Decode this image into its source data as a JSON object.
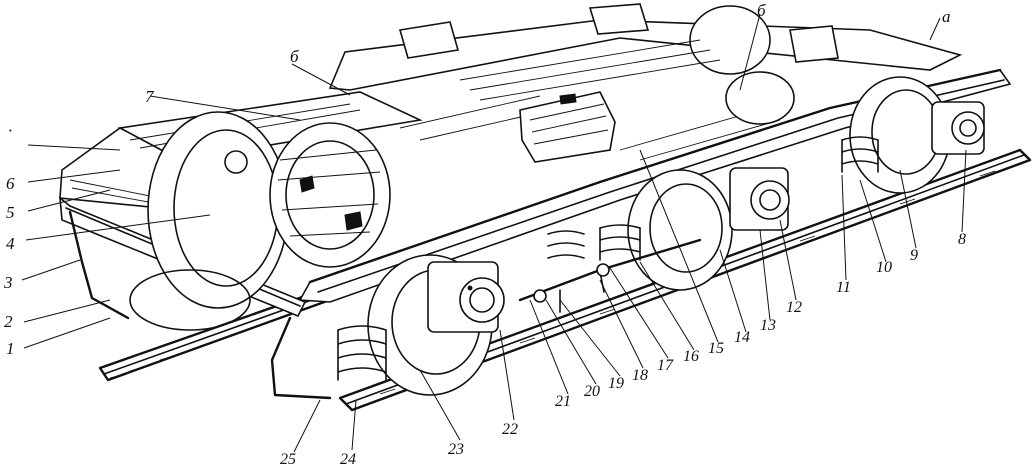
{
  "diagram": {
    "left_labels": [
      "7",
      "6",
      "5",
      "4",
      "3",
      "2",
      "1"
    ],
    "top_left_mark": "·",
    "top_labels": [
      "б",
      "б",
      "а"
    ],
    "right_labels": [
      "8",
      "9",
      "10",
      "11",
      "12",
      "13",
      "14",
      "15",
      "16",
      "17",
      "18",
      "19",
      "20",
      "21",
      "22",
      "23",
      "24",
      "25"
    ],
    "frame_mark": "7"
  }
}
